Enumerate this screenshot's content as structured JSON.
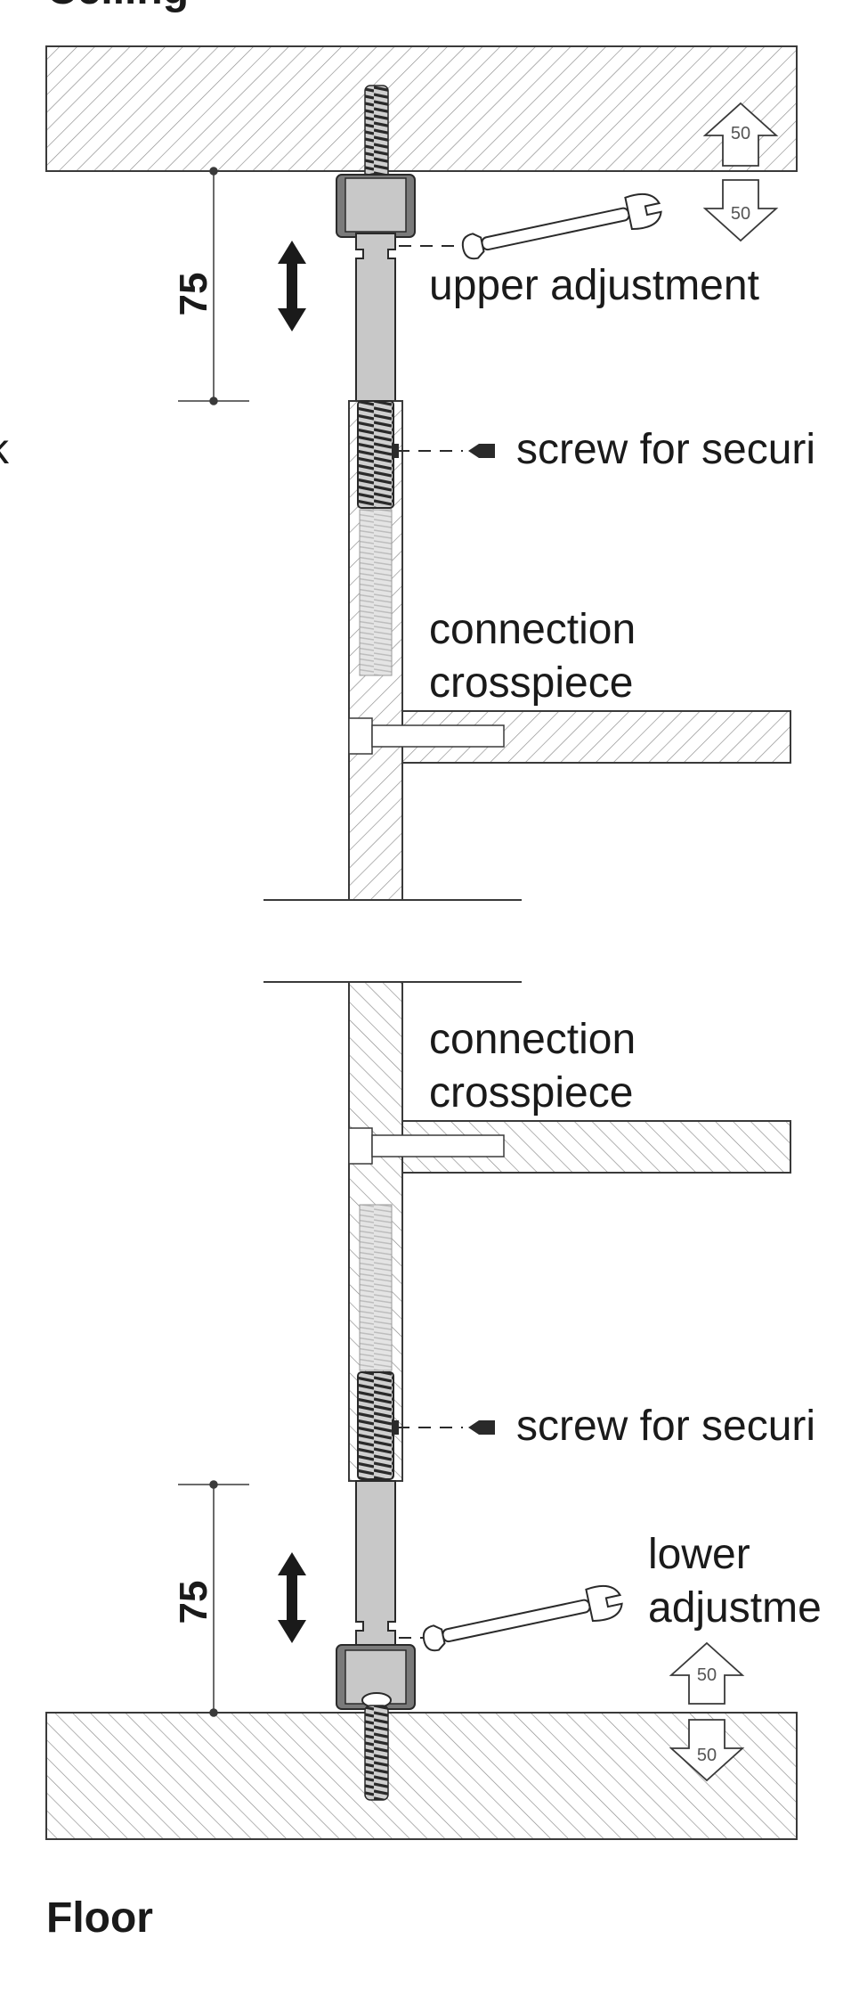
{
  "labels": {
    "ceiling": "Ceiling",
    "floor": "Floor",
    "upper_adjustment": "upper adjustment",
    "lower_adjustment_line1": "lower",
    "lower_adjustment_line2": "adjustme",
    "screw_upper": "screw for securi",
    "screw_lower": "screw for securi",
    "connection_upper_line1": "connection",
    "connection_upper_line2": "crosspiece",
    "connection_lower_line1": "connection",
    "connection_lower_line2": "crosspiece",
    "left_cut_glyph": "k"
  },
  "dimensions": {
    "upper": "75",
    "lower": "75"
  },
  "adjust_arrows": {
    "ceiling_up": "50",
    "ceiling_down": "50",
    "floor_up": "50",
    "floor_down": "50"
  },
  "colors": {
    "line": "#3a3a3a",
    "hatch": "#8a8a8a",
    "rod": "#c8c8c8",
    "thread_dark": "#4a4a4a",
    "arrow_dark": "#1a1a1a"
  }
}
